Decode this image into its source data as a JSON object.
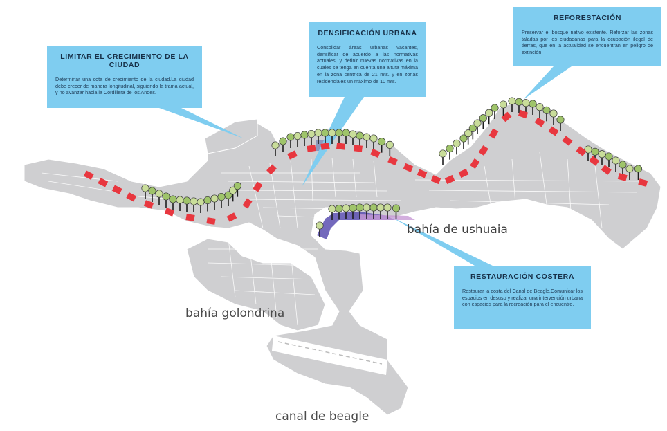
{
  "places": {
    "bahia_ushuaia": "bahía de ushuaia",
    "bahia_golondrina": "bahía golondrina",
    "canal_beagle": "canal de beagle"
  },
  "callouts": {
    "limitar": {
      "title": "LIMITAR EL CRECIMIENTO DE LA CIUDAD",
      "text": "Determinar una cota de crecimiento de la ciudad.La ciudad debe crecer de manera longitudinal, siguiendo la trama actual, y no avanzar hacia la Cordillera de los Andes."
    },
    "densificacion": {
      "title": "DENSIFICACIÓN URBANA",
      "text": "Consolidar áreas urbanas vacantes, densificar de acuerdo a las normativas actuales, y definir nuevas normativas en la cuales se tenga en cuenta una altura máxima en la zona centrica de 21 mts. y en zonas residenciales un máximo de 10 mts."
    },
    "reforestacion": {
      "title": "REFORESTACIÓN",
      "text": "Preservar el bosque nativo existente. Reforzar las zonas taladas por los ciudadanas para la ocupación ilegal de tierras, que en la actualidad se encuentran en peligro de extinción."
    },
    "restauracion": {
      "title": "RESTAURACIÓN COSTERA",
      "text": "Restaurar la costa del Canal de Beagle.Comunicar los espacios en desuso y realizar una intervención urbana con espacios para la recreación para el encuentro."
    }
  },
  "colors": {
    "callout": "#7fcdf0",
    "land": "#cfcfd1",
    "boundary": "#e8373f",
    "tree_light": "#c9dd9a",
    "tree_dark": "#9fc46a",
    "coast_purple": "#5a4fb0"
  }
}
